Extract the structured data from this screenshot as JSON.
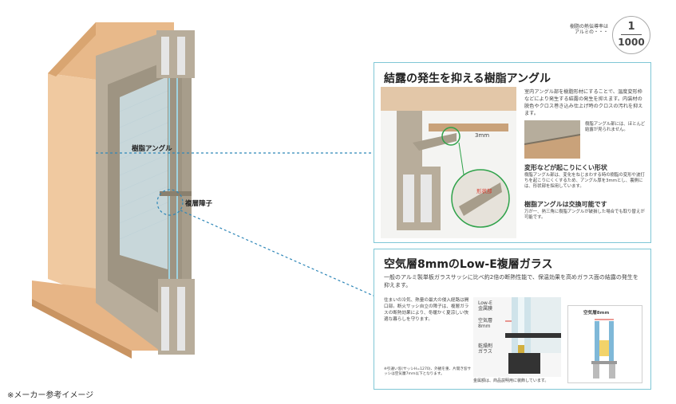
{
  "badge": {
    "caption_line1": "樹脂の熱伝導率は",
    "caption_line2": "アルミの・・・",
    "numerator": "1",
    "denominator": "1000"
  },
  "labels": {
    "resin_angle": "樹脂アングル",
    "double_glazing": "複層障子"
  },
  "panel_top": {
    "title": "結露の発生を抑える樹脂アングル",
    "desc": "室内アングル部を樹脂形材にすることで、温度変形枠などにより発生する結露の発生を抑えます。内装材の脱色やクロス巻き込み仕上げ時のクロスの汚れを抑えます。",
    "inset_caption": "樹脂アングル部には、ほとんど結露が見られません。",
    "measure": "3mm",
    "callout": "形状部",
    "h1": "変形などが起こりにくい形状",
    "p1": "樹脂アングル部は、変化をねじまわする時の樹脂の変形や波打ちを起こりにくくするため、アングル厚を3mmとし、裏側には、形状部を採用しています。",
    "h2": "樹脂アングルは交換可能です",
    "p2": "万が一、熱三角に樹脂アングルが破損した場合でも取り替えが可能です。"
  },
  "panel_bottom": {
    "title": "空気層8mmのLow-E複層ガラス",
    "lead": "一般のアルミ製単板ガラスサッシに比べ約2倍の断熱性能で、保温効果を高めガラス面の結露の発生を抑えます。",
    "body": "住まいの冷気、熱量の最大の侵入経路は開口部。断火サッシ自立の障子は、複層ガラスの断熱効果により、冬暖かく夏涼しい快適な暮らしを守ります。",
    "footnote": "※引違い窓(サッシH=1270)、外観を重、片開き窓サッシは空気層7mm以下となります。",
    "diagram_caption": "金属額は、商品説明用に装飾しています。",
    "label_lowe": "Low-E",
    "label_lowe2": "金属膜",
    "label_air": "空気層",
    "label_air2": "8mm",
    "label_dry": "乾燥剤",
    "label_glass": "ガラス",
    "label_right": "空気層8mm"
  },
  "footer": {
    "note": "※メーカー参考イメージ"
  },
  "colors": {
    "panel_border": "#7fc7d6",
    "wood": "#e8b98a",
    "aluminum": "#b8ad9b",
    "glass": "#cfe3ea",
    "accent_red": "#d8372b",
    "dotted": "#2f87b8"
  }
}
